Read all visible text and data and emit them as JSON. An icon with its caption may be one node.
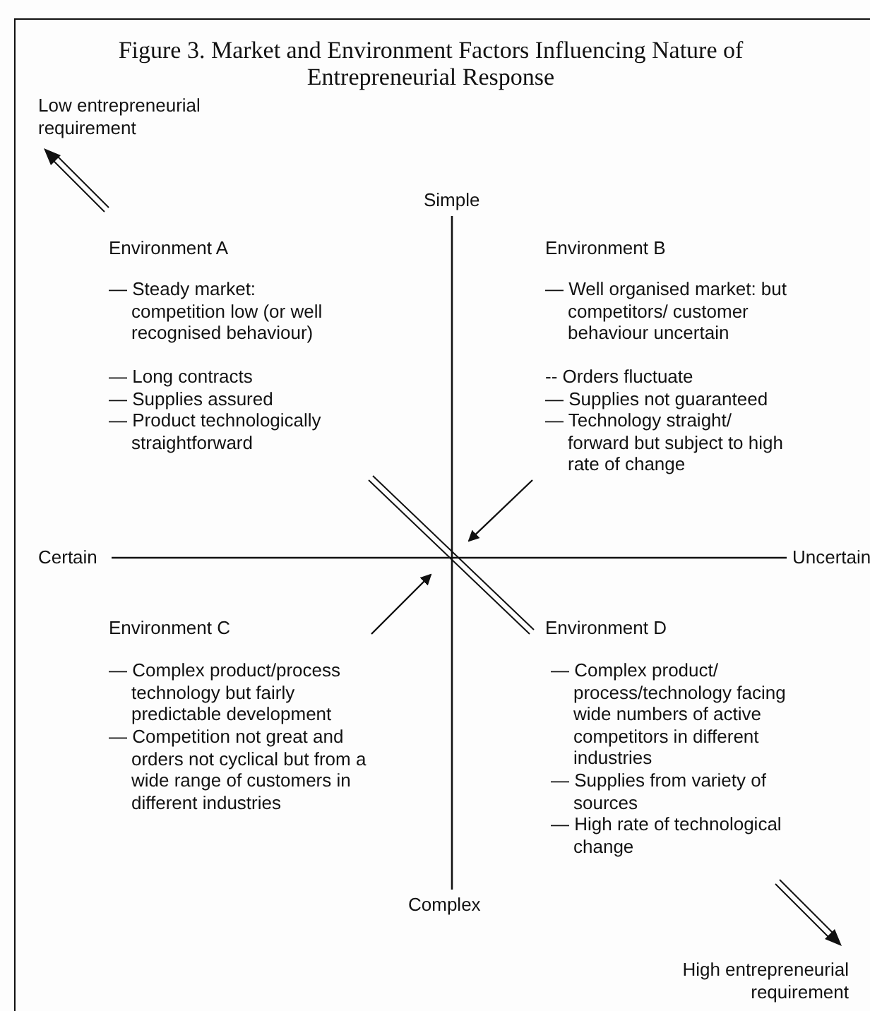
{
  "diagram": {
    "title": "Figure 3. Market and Environment Factors Influencing Nature of Entrepreneurial Response",
    "labels": [
      "Low entrepreneurial requirement",
      "Simple",
      "Environment A",
      "— Steady market: competition low (or well recognised behaviour)",
      "— Long contracts",
      "— Supplies assured",
      "— Product technologically straightforward",
      "Environment B",
      "— Well organised market: but competitors/ customer behaviour uncertain",
      "-- Orders fluctuate",
      "— Supplies not guaranteed",
      "— Technology straight/ forward but subject to high rate of change",
      "Certain",
      "Uncertain",
      "Environment C",
      "— Complex product/process technology but fairly predictable development",
      "— Competition not great and orders not cyclical but from a wide range of customers in different industries",
      "Environment D",
      "— Complex product/ process/technology facing wide numbers of active competitors in different industries",
      "— Supplies from variety of sources",
      "— High rate of technological change",
      "Complex",
      "High entrepreneurial requirement"
    ]
  }
}
